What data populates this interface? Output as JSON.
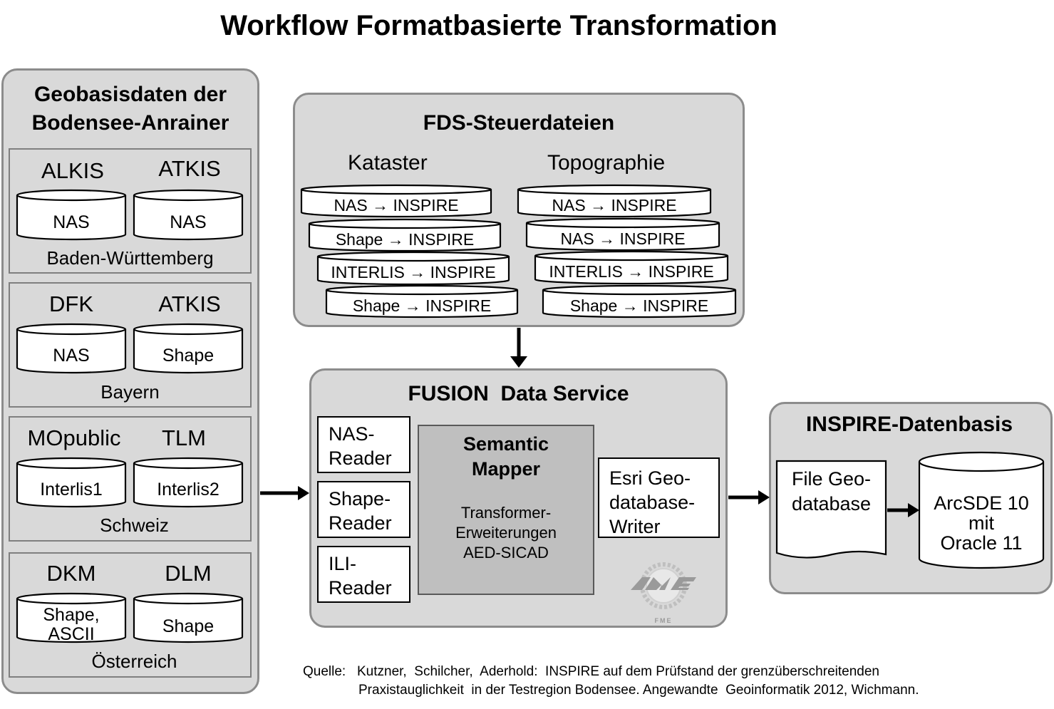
{
  "title": "Workflow Formatbasierte Transformation",
  "left_panel": {
    "heading_line1": "Geobasisdaten der",
    "heading_line2": "Bodensee-Anrainer",
    "groups": [
      {
        "region": "Baden-Württemberg",
        "items": [
          {
            "label": "ALKIS",
            "format": "NAS"
          },
          {
            "label": "ATKIS",
            "format": "NAS"
          }
        ]
      },
      {
        "region": "Bayern",
        "items": [
          {
            "label": "DFK",
            "format": "NAS"
          },
          {
            "label": "ATKIS",
            "format": "Shape"
          }
        ]
      },
      {
        "region": "Schweiz",
        "items": [
          {
            "label": "MOpublic",
            "format": "Interlis1"
          },
          {
            "label": "TLM",
            "format": "Interlis2"
          }
        ]
      },
      {
        "region": "Österreich",
        "items": [
          {
            "label": "DKM",
            "format_line1": "Shape,",
            "format_line2": "ASCII"
          },
          {
            "label": "DLM",
            "format": "Shape"
          }
        ]
      }
    ]
  },
  "fds": {
    "heading": "FDS-Steuerdateien",
    "kataster": {
      "label": "Kataster",
      "files": [
        "NAS → INSPIRE",
        "Shape → INSPIRE",
        "INTERLIS  → INSPIRE",
        "Shape → INSPIRE"
      ]
    },
    "topographie": {
      "label": "Topographie",
      "files": [
        "NAS → INSPIRE",
        "NAS → INSPIRE",
        "INTERLIS  → INSPIRE",
        "Shape → INSPIRE"
      ]
    }
  },
  "fusion": {
    "heading": "FUSION  Data Service",
    "readers": [
      {
        "line1": "NAS-",
        "line2": "Reader"
      },
      {
        "line1": "Shape-",
        "line2": "Reader"
      },
      {
        "line1": "ILI-",
        "line2": "Reader"
      }
    ],
    "mapper": {
      "line1": "Semantic",
      "line2": "Mapper",
      "inner_line1": "Transformer-",
      "inner_line2": "Erweiterungen",
      "inner_line3": "AED-SICAD"
    },
    "writer": {
      "line1": "Esri Geo-",
      "line2": "database-",
      "line3": "Writer"
    },
    "logo_text": "FME"
  },
  "inspire": {
    "heading": "INSPIRE-Datenbasis",
    "file_gdb_line1": "File Geo-",
    "file_gdb_line2": "database",
    "arcsde_line1": "ArcSDE 10",
    "arcsde_line2": "mit",
    "arcsde_line3": "Oracle 11"
  },
  "source": {
    "label": "Quelle:",
    "line1": "Kutzner,  Schilcher,  Aderhold:  INSPIRE auf dem Prüfstand der grenzüberschreitenden",
    "line2": "Praxistauglichkeit  in der Testregion Bodensee. Angewandte  Geoinformatik 2012, Wichmann."
  },
  "colors": {
    "panel": "#d9d9d9",
    "panel_border": "#8c8c8c",
    "mapper": "#bfbfbf"
  }
}
